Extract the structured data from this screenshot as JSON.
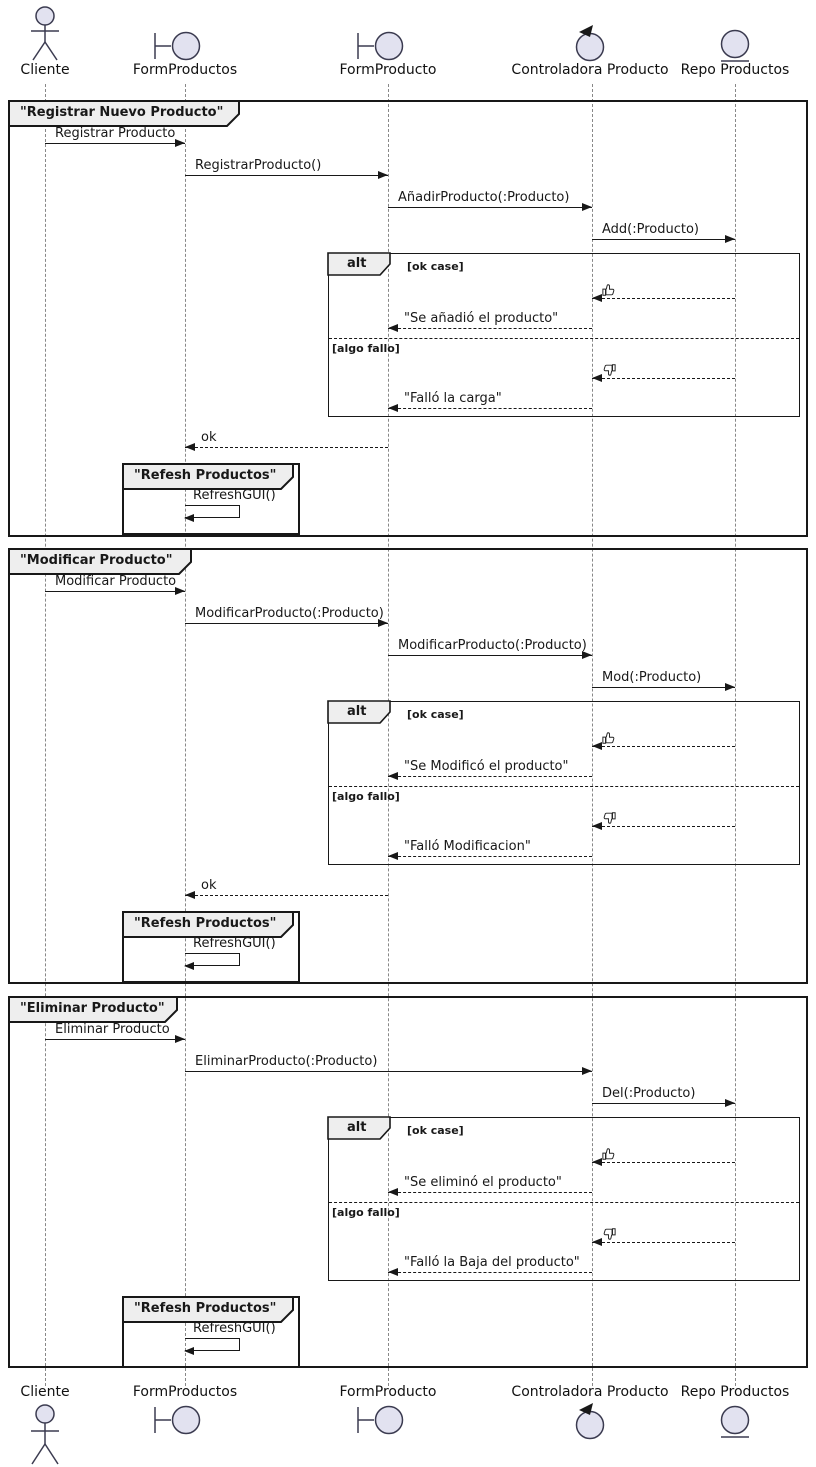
{
  "participants": [
    {
      "name": "Cliente",
      "icon": "actor"
    },
    {
      "name": "FormProductos",
      "icon": "boundary"
    },
    {
      "name": "FormProducto",
      "icon": "boundary"
    },
    {
      "name": "Controladora Producto",
      "icon": "control"
    },
    {
      "name": "Repo Productos",
      "icon": "entity"
    }
  ],
  "alt": {
    "operator": "alt",
    "ok_guard": "[ok case]",
    "fail_guard": "[algo fallo]"
  },
  "frames": [
    {
      "title": "\"Registrar Nuevo Producto\"",
      "messages": {
        "request": "Registrar Producto",
        "form_call": "RegistrarProducto()",
        "controller_call": "AñadirProducto(:Producto)",
        "repo_call": "Add(:Producto)",
        "ok_reply": "\"Se añadió el producto\"",
        "fail_reply": "\"Falló la carga\"",
        "ok_return": "ok"
      },
      "refresh": {
        "title": "\"Refesh Productos\"",
        "message": "RefreshGUI()"
      }
    },
    {
      "title": "\"Modificar Producto\"",
      "messages": {
        "request": "Modificar Producto",
        "form_call": "ModificarProducto(:Producto)",
        "controller_call": "ModificarProducto(:Producto)",
        "repo_call": "Mod(:Producto)",
        "ok_reply": "\"Se Modificó el producto\"",
        "fail_reply": "\"Falló Modificacion\"",
        "ok_return": "ok"
      },
      "refresh": {
        "title": "\"Refesh Productos\"",
        "message": "RefreshGUI()"
      }
    },
    {
      "title": "\"Eliminar Producto\"",
      "messages": {
        "request": "Eliminar Producto",
        "controller_call": "EliminarProducto(:Producto)",
        "repo_call": "Del(:Producto)",
        "ok_reply": "\"Se eliminó el producto\"",
        "fail_reply": "\"Falló la Baja del producto\""
      },
      "refresh": {
        "title": "\"Refesh Productos\"",
        "message": "RefreshGUI()"
      }
    }
  ],
  "colors": {
    "participant_fill": "#E2E2F0",
    "frame_label_fill": "#EEEEEE",
    "line": "#181818",
    "lifeline": "#888888"
  }
}
